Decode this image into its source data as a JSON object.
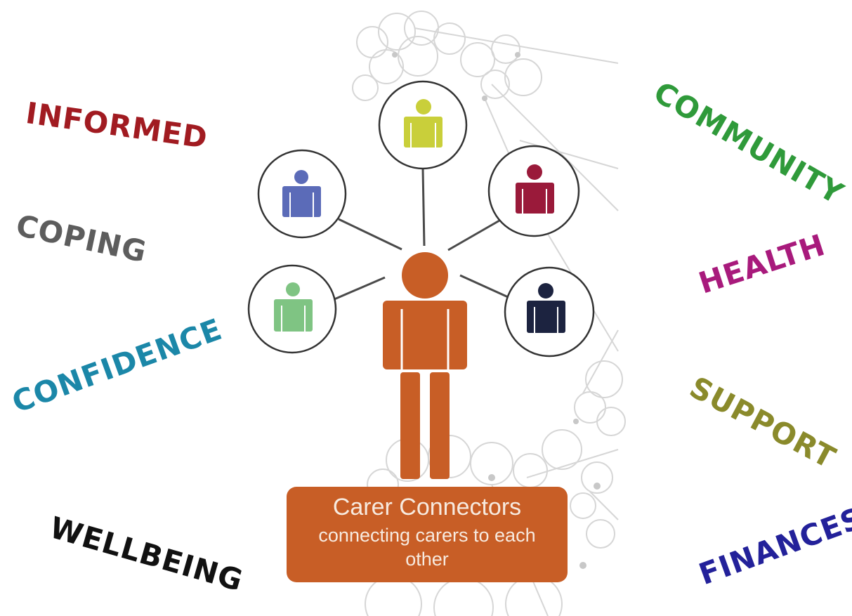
{
  "words": {
    "informed": "INFORMED",
    "coping": "COPING",
    "confidence": "CONFIDENCE",
    "wellbeing": "WELLBEING",
    "community": "COMMUNITY",
    "health": "HEALTH",
    "support": "SUPPORT",
    "finances": "FINANCES"
  },
  "caption": {
    "title": "Carer Connectors",
    "subtitle": "connecting carers to each other"
  },
  "colors": {
    "informed": "#a11b21",
    "coping": "#5d5d5d",
    "confidence": "#1b87a8",
    "wellbeing": "#111111",
    "community": "#2f9a3a",
    "health": "#a81a7c",
    "support": "#8a8a2b",
    "finances": "#23219a",
    "central_figure": "#c85e26",
    "figure_yellow": "#c9cf3a",
    "figure_blue": "#5b6bb8",
    "figure_maroon": "#9a1a3a",
    "figure_green": "#7fc483",
    "figure_navy": "#1c2340",
    "network_line": "#c8c8c8"
  }
}
